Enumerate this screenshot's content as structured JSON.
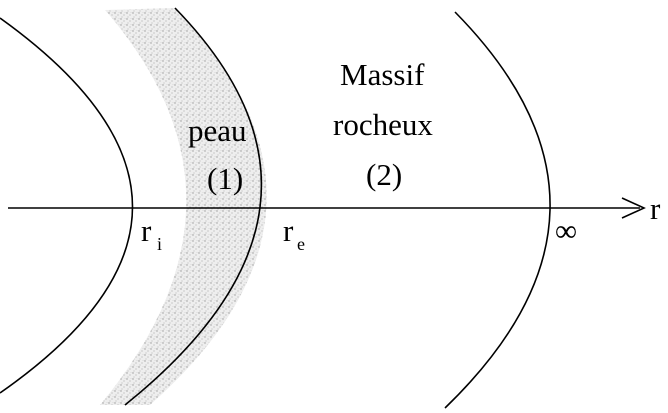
{
  "labels": {
    "skin_word": "peau",
    "skin_index": "(1)",
    "rock_line1": "Massif",
    "rock_line2": "rocheux",
    "rock_index": "(2)",
    "ri_base": "r",
    "ri_sub": "i",
    "re_base": "r",
    "re_sub": "e",
    "infinity": "∞",
    "axis_label": "r"
  },
  "colors": {
    "ink": "#000000",
    "shading": "#c8c8c8",
    "background": "#ffffff"
  }
}
